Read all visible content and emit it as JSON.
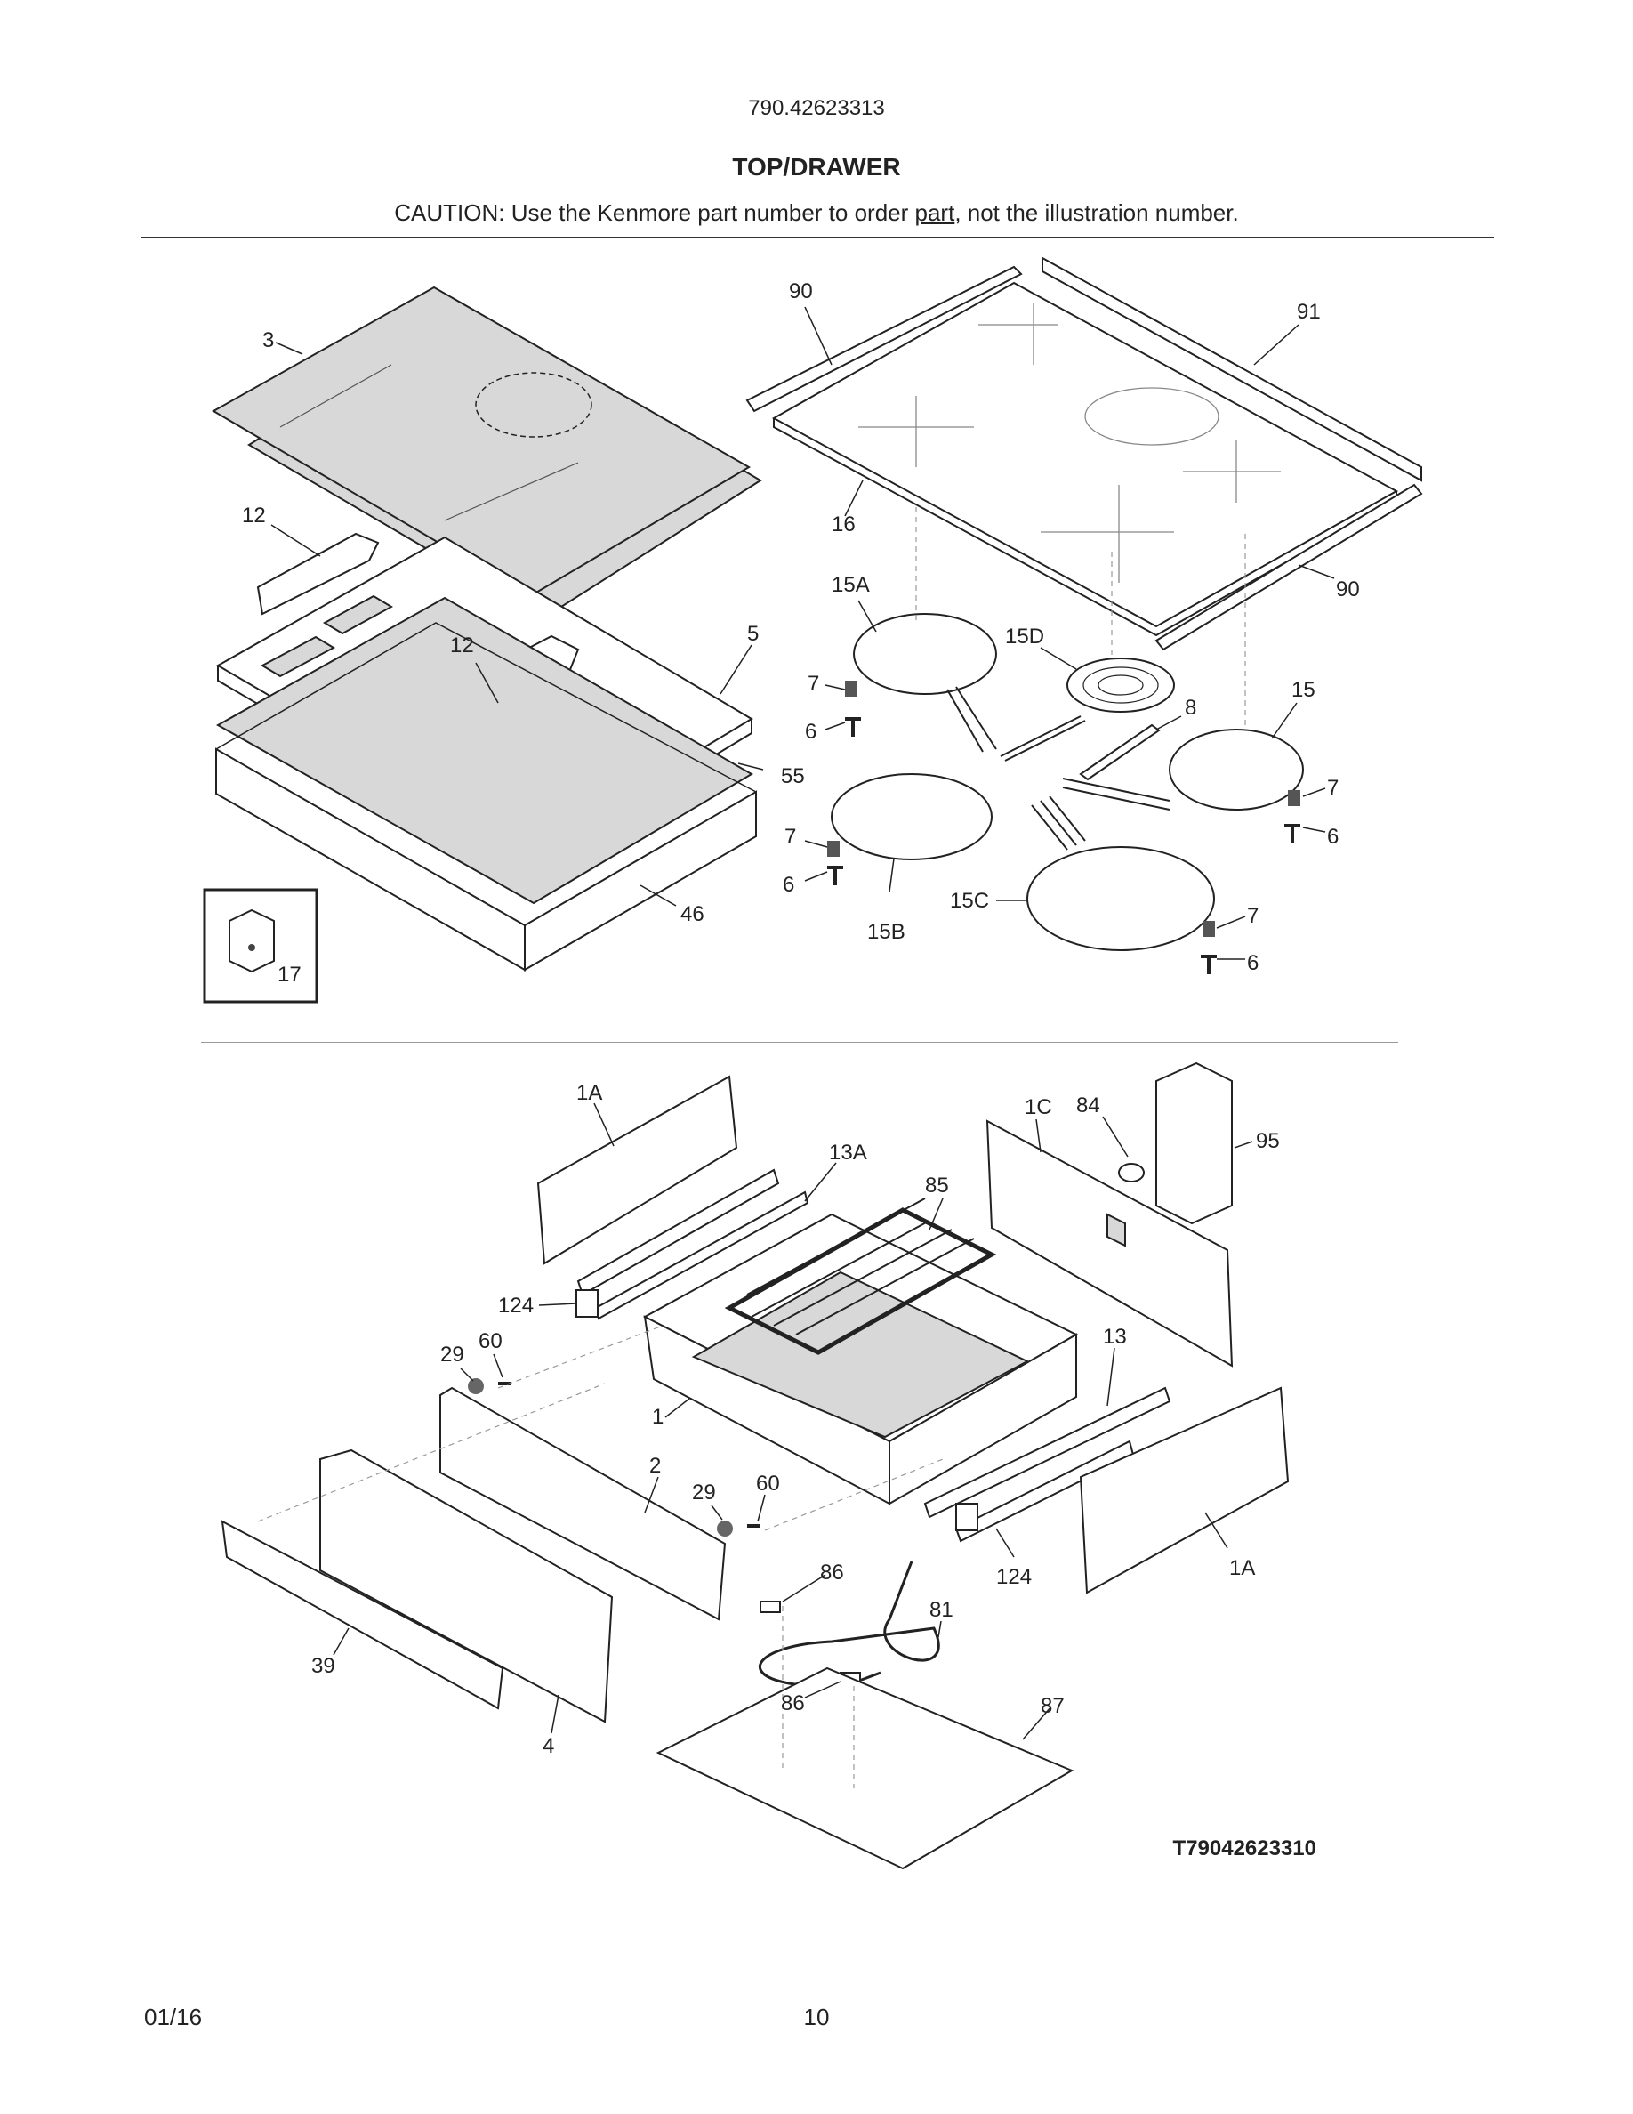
{
  "header": {
    "model_number": "790.42623313",
    "section_title": "TOP/DRAWER",
    "caution_before": "CAUTION: Use the Kenmore part number to order ",
    "caution_underlined": "part",
    "caution_after": ", not the illustration number."
  },
  "callouts": {
    "c3": "3",
    "c90a": "90",
    "c91": "91",
    "c12a": "12",
    "c12b": "12",
    "c16": "16",
    "c90b": "90",
    "c15A": "15A",
    "c5": "5",
    "c15D": "15D",
    "c7a": "7",
    "c6a": "6",
    "c8": "8",
    "c15": "15",
    "c55": "55",
    "c7b": "7",
    "c6b": "6",
    "c7c": "7",
    "c6c": "6",
    "c46": "46",
    "c15C": "15C",
    "c15B": "15B",
    "c7d": "7",
    "c6d": "6",
    "c17": "17",
    "c1Aa": "1A",
    "c1C": "1C",
    "c84": "84",
    "c95": "95",
    "c13A": "13A",
    "c85": "85",
    "c124a": "124",
    "c13": "13",
    "c29a": "29",
    "c60a": "60",
    "c1": "1",
    "c2": "2",
    "c29b": "29",
    "c60b": "60",
    "c86a": "86",
    "c81": "81",
    "c124b": "124",
    "c1Ab": "1A",
    "c39": "39",
    "c86b": "86",
    "c87": "87",
    "c4": "4"
  },
  "illustration_ref": "T79042623310",
  "footer": {
    "date": "01/16",
    "page_number": "10"
  }
}
